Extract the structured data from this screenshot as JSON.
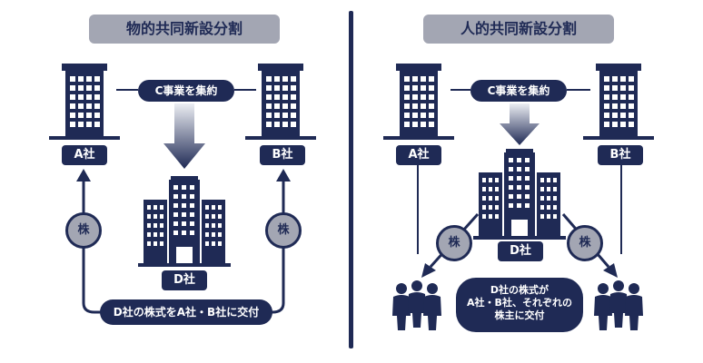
{
  "left": {
    "title": "物的共同新設分割",
    "company_a": "A社",
    "company_b": "B社",
    "company_d": "D社",
    "business": "C事業を集約",
    "stock": "株",
    "bottom_note": "D社の株式をA社・B社に交付"
  },
  "right": {
    "title": "人的共同新設分割",
    "company_a": "A社",
    "company_b": "B社",
    "company_d": "D社",
    "business": "C事業を集約",
    "stock": "株",
    "note_line1": "D社の株式が",
    "note_line2": "A社・B社、それぞれの",
    "note_line3": "株主に交付"
  },
  "colors": {
    "navy": "#1f2a55",
    "gray": "#a3a6b3"
  }
}
